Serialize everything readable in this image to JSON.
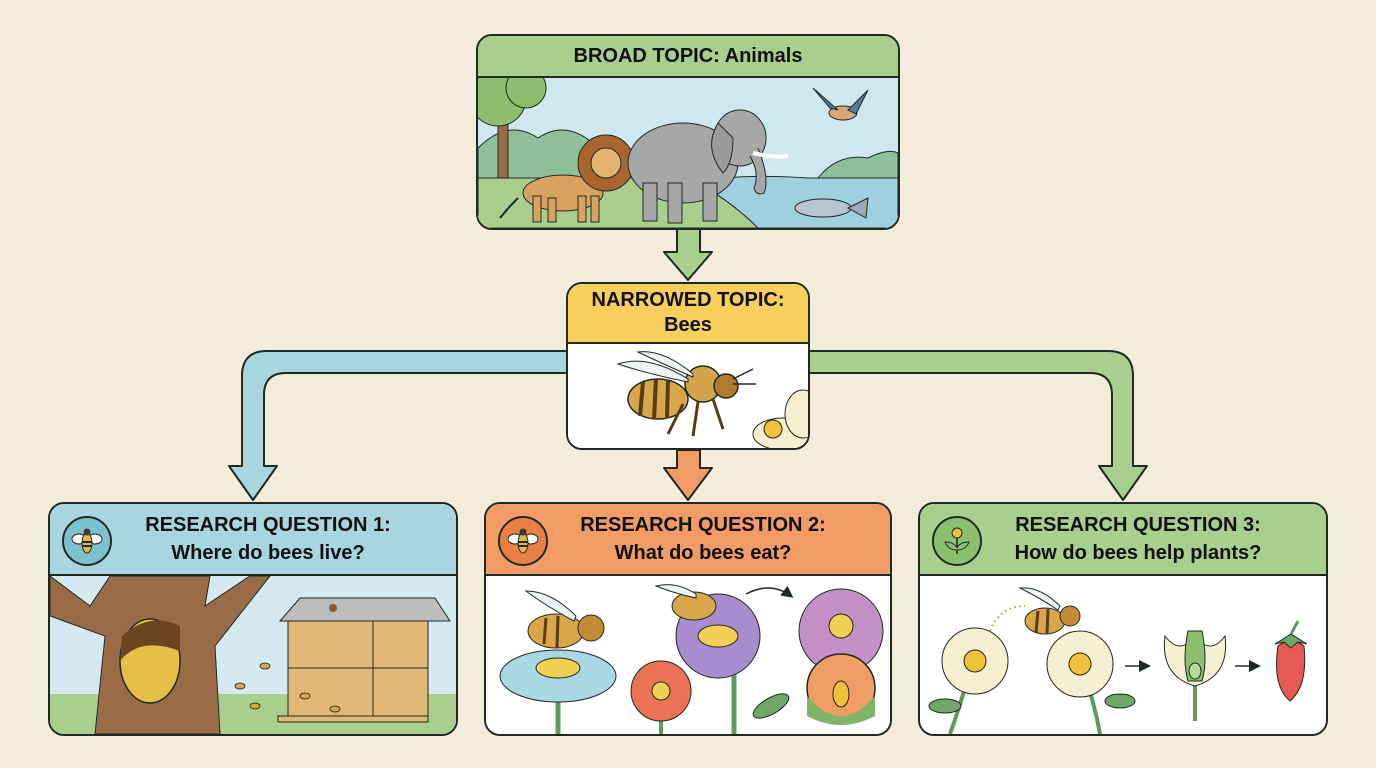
{
  "diagram": {
    "type": "topic-narrowing-flowchart",
    "background_color": "#f4ecdb"
  },
  "broad_topic": {
    "label": "BROAD TOPIC: Animals",
    "header_color": "#a9cf8e",
    "illustration": [
      "tree",
      "lion",
      "elephant",
      "bird",
      "fish",
      "river"
    ]
  },
  "narrowed_topic": {
    "label_line1": "NARROWED TOPIC:",
    "label_line2": "Bees",
    "header_color": "#f7cf5d",
    "illustration": [
      "honeybee",
      "flower"
    ]
  },
  "research_questions": [
    {
      "label": "RESEARCH QUESTION 1:",
      "question": "Where do bees live?",
      "icon": "bee-icon",
      "header_color": "#a8d6e0",
      "connector_color": "#a8d6e0",
      "illustration": [
        "tree-hollow-nest",
        "beehive",
        "flying-bees"
      ]
    },
    {
      "label": "RESEARCH QUESTION 2:",
      "question": "What do bees eat?",
      "icon": "bee-icon",
      "header_color": "#f19b66",
      "connector_color": "#f19b66",
      "illustration": [
        "bee-on-blue-flower",
        "red-flower",
        "bee-on-purple-flower",
        "nectar-cross-section"
      ]
    },
    {
      "label": "RESEARCH QUESTION 3:",
      "question": "How do bees help plants?",
      "icon": "flower-sprout-icon",
      "header_color": "#a9cf8e",
      "connector_color": "#a9cf8e",
      "illustration": [
        "flower",
        "bee-carrying-pollen",
        "flower",
        "fertilized-flower",
        "strawberry"
      ]
    }
  ]
}
